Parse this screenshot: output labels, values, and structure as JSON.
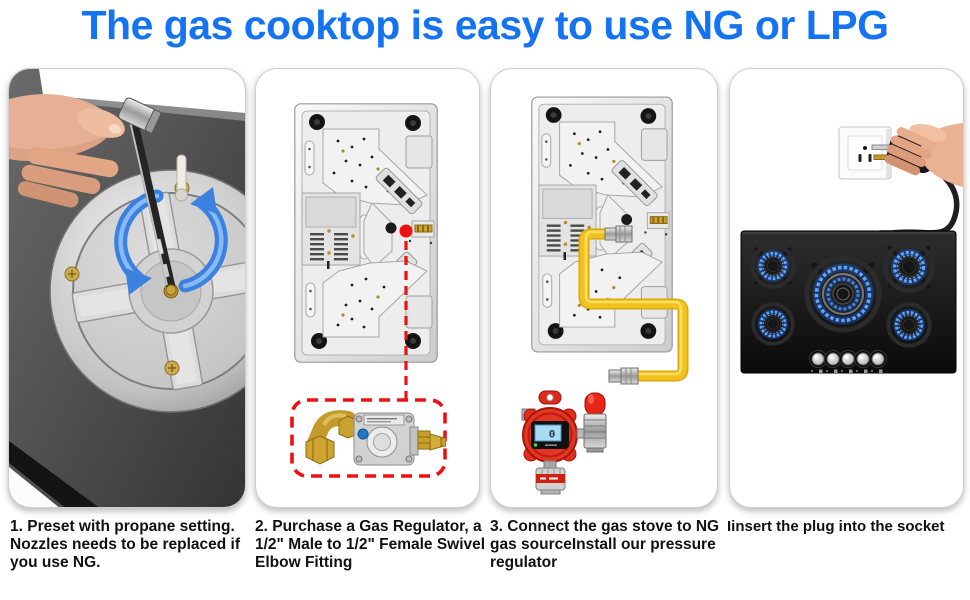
{
  "title": {
    "text": "The gas cooktop is easy to use NG or LPG",
    "color": "#1473f2"
  },
  "steps": [
    {
      "caption": "1. Preset with propane setting. Nozzles needs to be replaced if you use NG.",
      "image": "hand-adjusting-burner-nozzle-with-hex-key"
    },
    {
      "caption": "2. Purchase a Gas Regulator, a 1/2\" Male to 1/2\" Female Swivel Elbow Fitting",
      "image": "cooktop-underside-with-gas-regulator-callout"
    },
    {
      "caption": "3. Connect the gas stove to NG gas sourceInstall our pressure regulator",
      "image": "cooktop-underside-yellow-hose-to-pressure-regulator"
    },
    {
      "caption": "Iinsert the plug into the socket",
      "image": "plug-into-wall-socket-above-lit-five-burner-cooktop"
    }
  ],
  "detector": {
    "lcd_value": "0"
  },
  "colors": {
    "title_blue": "#1473f2",
    "callout_red": "#ee1111",
    "hose_yellow": "#f2c21c",
    "flame_blue": "#5fa5ff",
    "rotation_arrow_blue": "#3c80e0",
    "brass": "#c9a22e",
    "detector_red": "#e23523"
  }
}
